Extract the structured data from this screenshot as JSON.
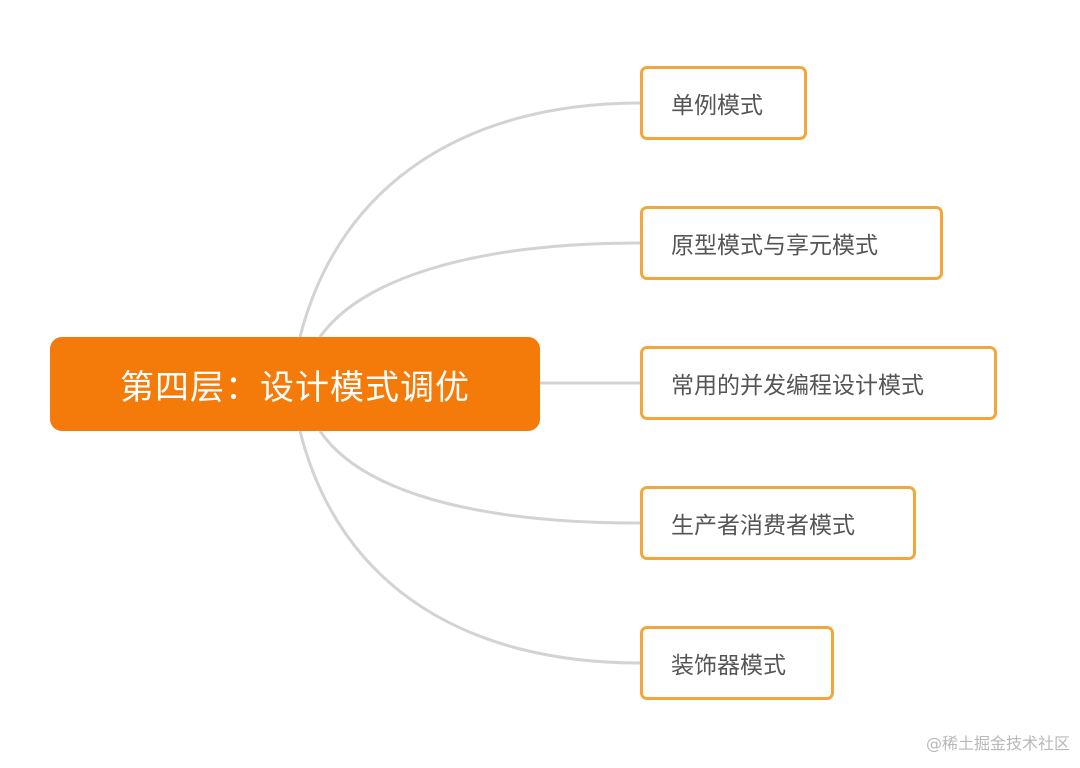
{
  "mindmap": {
    "root": {
      "label": "第四层：设计模式调优"
    },
    "children": [
      {
        "label": "单例模式"
      },
      {
        "label": "原型模式与享元模式"
      },
      {
        "label": "常用的并发编程设计模式"
      },
      {
        "label": "生产者消费者模式"
      },
      {
        "label": "装饰器模式"
      }
    ]
  },
  "watermark": "@稀土掘金技术社区",
  "colors": {
    "root_fill": "#f47a09",
    "root_text": "#ffffff",
    "child_border": "#f3a73b",
    "child_text": "#555555",
    "connector": "#d3d3d3",
    "watermark": "#b8b8b8"
  }
}
